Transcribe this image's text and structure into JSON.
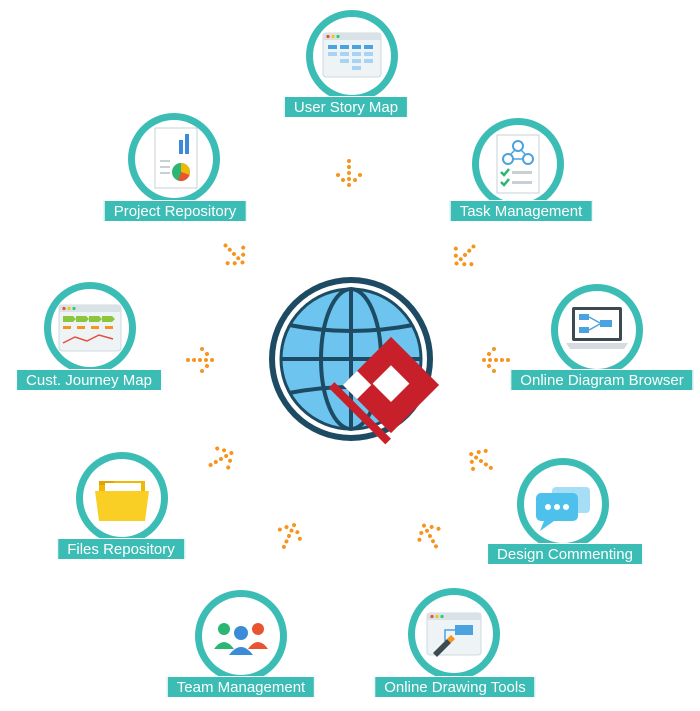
{
  "diagram": {
    "colors": {
      "teal": "#3bbdb5",
      "orange": "#f7941d",
      "globe_blue": "#6cc4ef",
      "globe_dark": "#1d4b63",
      "logo_red": "#c8202b"
    },
    "hub": {
      "icon": "globe-logo-icon"
    },
    "nodes": [
      {
        "id": "user-story-map",
        "label": "User Story Map",
        "icon": "user-story-map-icon"
      },
      {
        "id": "task-management",
        "label": "Task Management",
        "icon": "task-management-icon"
      },
      {
        "id": "online-diagram-browser",
        "label": "Online Diagram Browser",
        "icon": "laptop-diagram-icon"
      },
      {
        "id": "design-commenting",
        "label": "Design Commenting",
        "icon": "chat-bubble-icon"
      },
      {
        "id": "online-drawing-tools",
        "label": "Online Drawing Tools",
        "icon": "drawing-window-icon"
      },
      {
        "id": "team-management",
        "label": "Team Management",
        "icon": "team-people-icon"
      },
      {
        "id": "files-repository",
        "label": "Files Repository",
        "icon": "folder-icon"
      },
      {
        "id": "cust-journey-map",
        "label": "Cust. Journey Map",
        "icon": "journey-map-icon"
      },
      {
        "id": "project-repository",
        "label": "Project Repository",
        "icon": "report-document-icon"
      }
    ]
  }
}
